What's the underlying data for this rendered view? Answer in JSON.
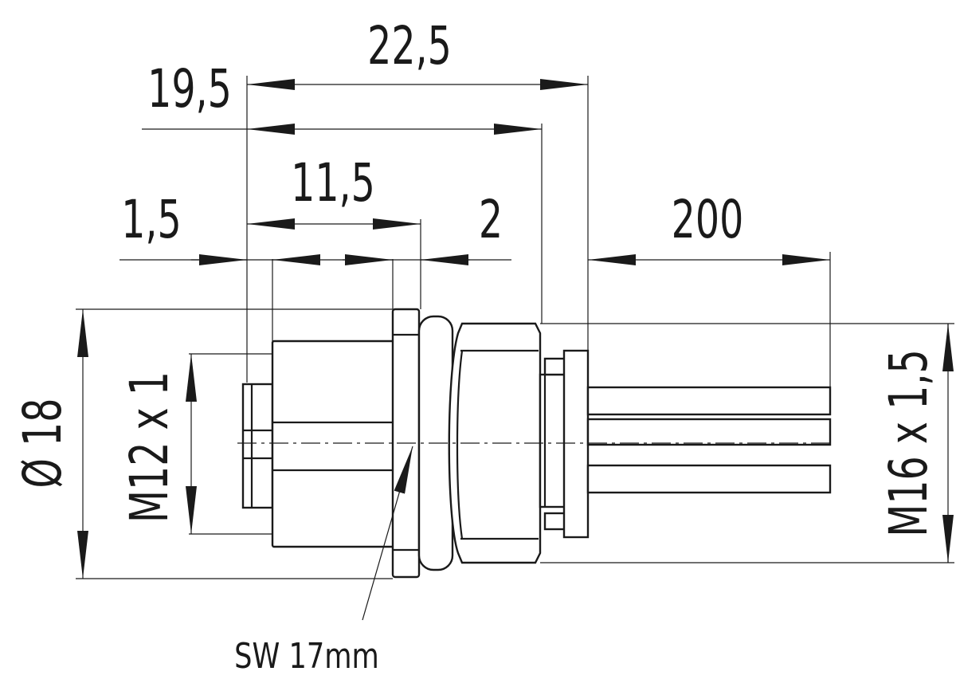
{
  "drawing": {
    "dimensions": {
      "overall_length": "22,5",
      "housing_length": "19,5",
      "thread_length": "11,5",
      "flange_offset": "1,5",
      "nut_thickness": "2",
      "wire_length": "200",
      "diameter": "Ø 18",
      "front_thread": "M12 x 1",
      "rear_thread": "M16 x 1,5"
    },
    "callout": "SW 17mm"
  }
}
